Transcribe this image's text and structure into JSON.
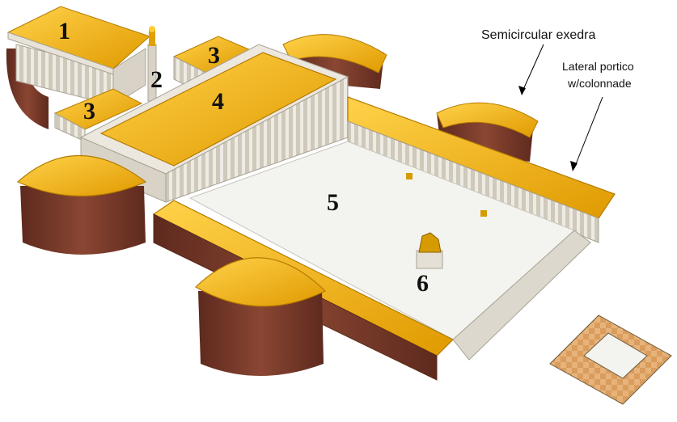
{
  "annotations": {
    "exedra": "Semicircular exedra",
    "portico_line1": "Lateral portico",
    "portico_line2": "w/colonnade"
  },
  "numbers": {
    "n1": "1",
    "n2": "2",
    "n3a": "3",
    "n3b": "3",
    "n4": "4",
    "n5": "5",
    "n6": "6"
  },
  "colors": {
    "roof": "#f2b500",
    "roof_dark": "#d08e00",
    "brick": "#7a3b2a",
    "plaza": "#f2f2ee",
    "stone": "#e4e0d6"
  }
}
